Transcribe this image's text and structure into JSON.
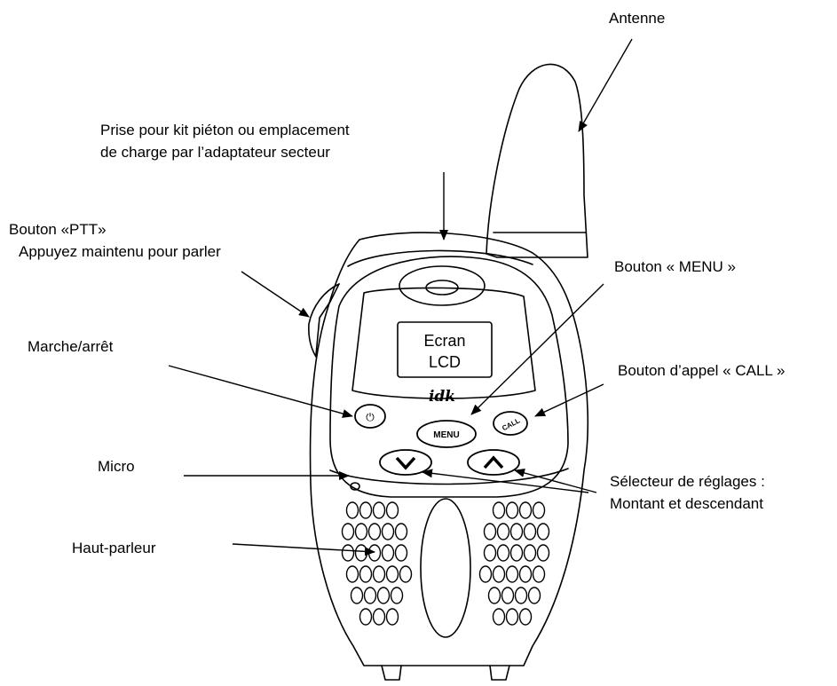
{
  "labels": {
    "antenne": "Antenne",
    "prise_line1": "Prise pour kit piéton ou emplacement",
    "prise_line2": "de charge par l’adaptateur secteur",
    "ptt_line1": "Bouton «PTT»",
    "ptt_line2": "Appuyez maintenu pour parler",
    "menu": "Bouton « MENU »",
    "marche": "Marche/arrêt",
    "call": "Bouton d’appel « CALL »",
    "micro": "Micro",
    "selecteur_line1": "Sélecteur de réglages :",
    "selecteur_line2": "Montant et descendant",
    "haut_parleur": "Haut-parleur"
  },
  "device": {
    "screen_line1": "Ecran",
    "screen_line2": "LCD",
    "brand": "idk",
    "power_symbol": "⏻",
    "menu_button": "MENU",
    "call_button": "CALL"
  },
  "colors": {
    "line": "#000000",
    "background": "#ffffff"
  }
}
